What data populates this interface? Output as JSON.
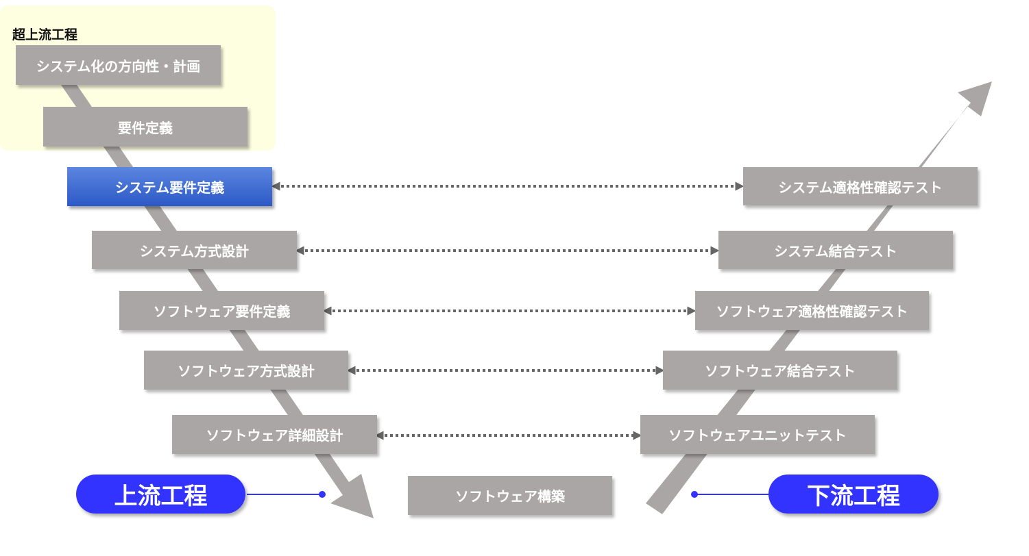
{
  "super_upstream": {
    "label": "超上流工程"
  },
  "left_steps": [
    "システム化の方向性・計画",
    "要件定義",
    "システム要件定義",
    "システム方式設計",
    "ソフトウェア要件定義",
    "ソフトウェア方式設計",
    "ソフトウェア詳細設計"
  ],
  "right_steps": [
    "システム適格性確認テスト",
    "システム結合テスト",
    "ソフトウェア適格性確認テスト",
    "ソフトウェア結合テスト",
    "ソフトウェアユニットテスト"
  ],
  "bottom_step": "ソフトウェア構築",
  "upstream_label": "上流工程",
  "downstream_label": "下流工程",
  "colors": {
    "box": "#aaa6a5",
    "highlight": "#3a66d6",
    "pill": "#3333ff",
    "super_upstream_bg": "#fefee1",
    "arrow": "#aaa6a5",
    "connector": "#666666"
  }
}
